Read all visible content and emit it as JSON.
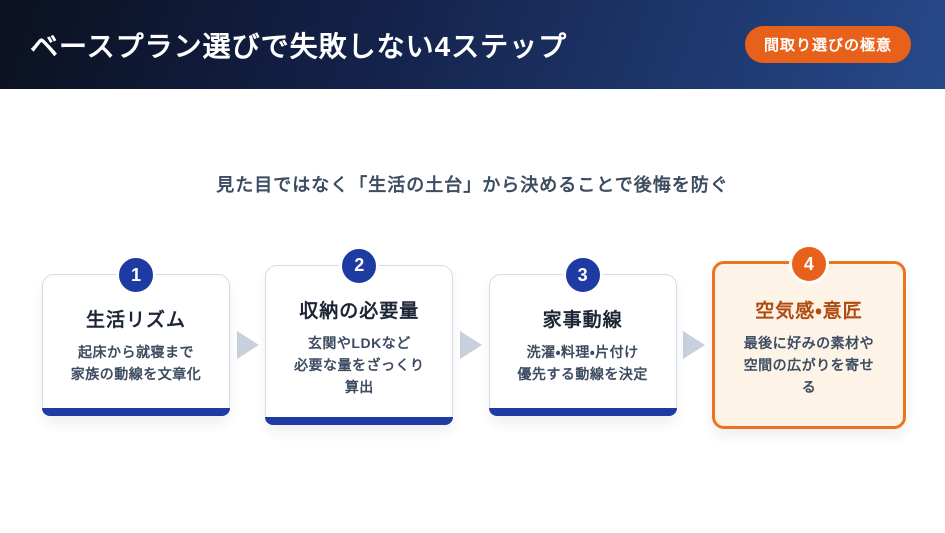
{
  "header": {
    "title": "ベースプラン選びで失敗しない4ステップ",
    "badge": "間取り選びの極意"
  },
  "subtitle": "見た目ではなく「生活の土台」から決めることで後悔を防ぐ",
  "steps": [
    {
      "number": "1",
      "title": "生活リズム",
      "description": "起床から就寝まで\n家族の動線を文章化"
    },
    {
      "number": "2",
      "title": "収納の必要量",
      "description": "玄関やLDKなど\n必要な量をざっくり\n算出"
    },
    {
      "number": "3",
      "title": "家事動線",
      "description": "洗濯・料理・片付け\n優先する動線を決定"
    },
    {
      "number": "4",
      "title": "空気感・意匠",
      "description": "最後に好みの素材や\n空間の広がりを寄せ\nる"
    }
  ],
  "colors": {
    "header-start": "#0b1120",
    "header-mid": "#14224a",
    "header-end": "#27498a",
    "badge-bg": "#e8611a",
    "blue": "#1e3aa3",
    "orange": "#ed7320",
    "orange-dark": "#b04a10",
    "orange-bg": "#fdf3e7",
    "arrow": "#c7d0dd",
    "card-border": "#d3dbe7",
    "title-dark": "#1c2636",
    "text-slate": "#3d4c61"
  }
}
